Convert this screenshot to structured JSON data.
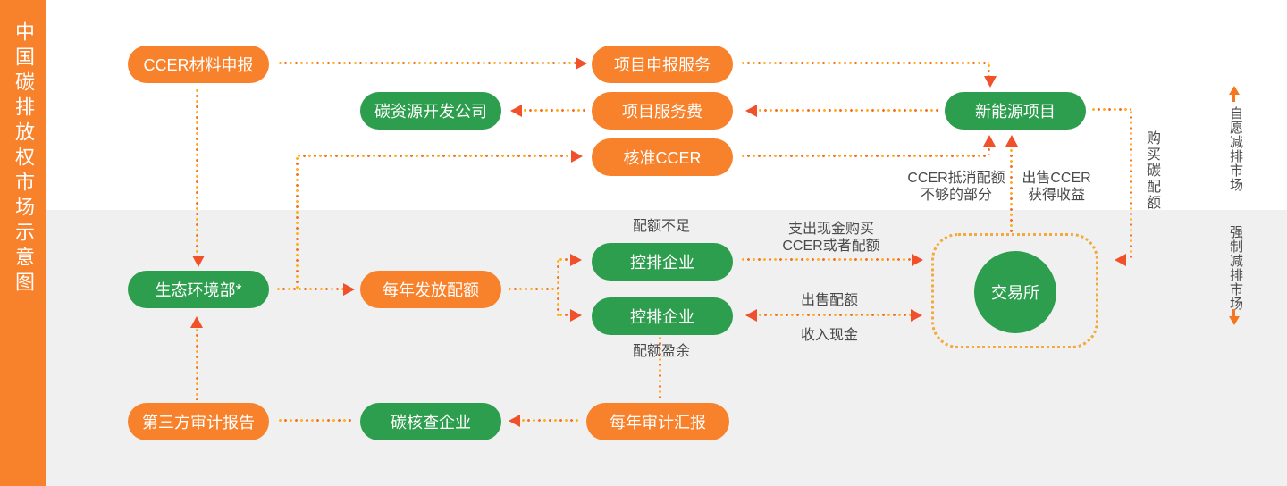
{
  "title": "中国碳排放权市场示意图",
  "colors": {
    "orange": "#f8822c",
    "green": "#2d9e4d",
    "arrowhead": "#f0512a",
    "dot_yellow": "#ffb117",
    "dot_orange": "#f4702e",
    "dashed_box": "#f3a93b",
    "section_gray": "#f0f0f0",
    "label_text": "#4a4a4a"
  },
  "markets": {
    "voluntary": "自愿减排市场",
    "mandatory": "强制减排市场"
  },
  "nodes": {
    "ccer_material": "CCER材料申报",
    "project_apply": "项目申报服务",
    "carbon_dev": "碳资源开发公司",
    "project_fee": "项目服务费",
    "approved_ccer": "核准CCER",
    "new_energy": "新能源项目",
    "emitter_1": "控排企业",
    "moe": "生态环境部*",
    "annual_quota": "每年发放配额",
    "emitter_2": "控排企业",
    "third_party": "第三方审计报告",
    "verifier": "碳核查企业",
    "annual_audit": "每年审计汇报",
    "exchange": "交易所"
  },
  "flow_labels": {
    "quota_shortage": "配额不足",
    "quota_surplus": "配额盈余",
    "pay_cash_1": "支出现金购买",
    "pay_cash_2": "CCER或者配额",
    "sell_quota": "出售配额",
    "receive_cash": "收入现金",
    "ccer_offset_1": "CCER抵消配额",
    "ccer_offset_2": "不够的部分",
    "sell_ccer_1": "出售CCER",
    "sell_ccer_2": "获得收益",
    "buy_quota": "购买碳配额"
  }
}
